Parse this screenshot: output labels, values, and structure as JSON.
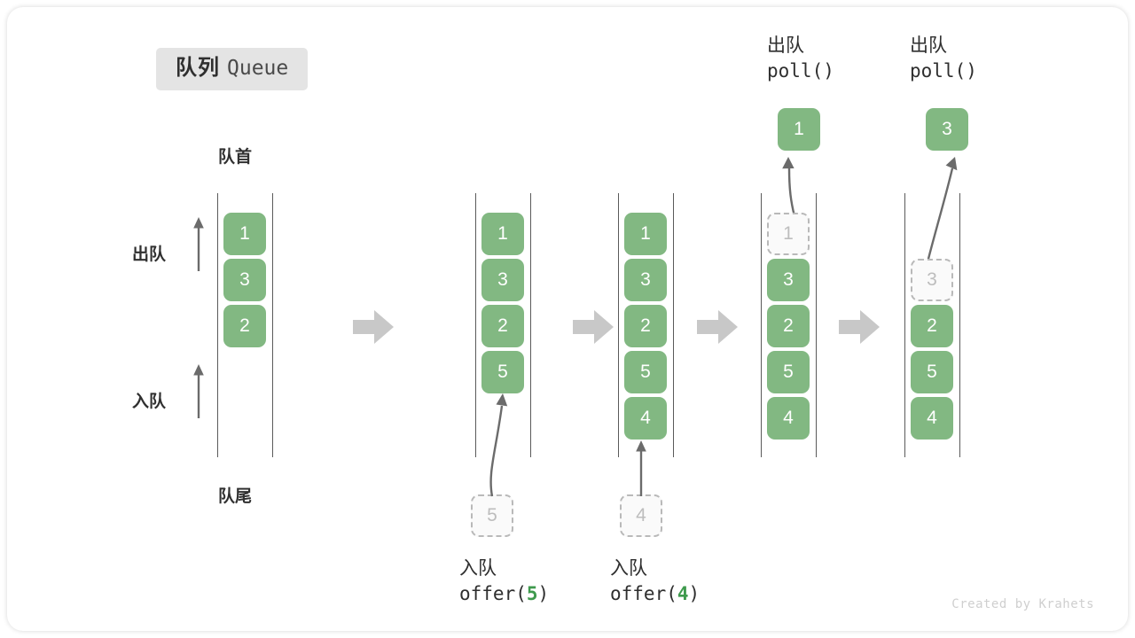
{
  "title": {
    "cn": "队列",
    "en": "Queue"
  },
  "labels": {
    "head": "队首",
    "tail": "队尾",
    "dequeue_side": "出队",
    "enqueue_side": "入队"
  },
  "operations": [
    {
      "cn": "入队",
      "code_prefix": "offer(",
      "arg": "5",
      "code_suffix": ")"
    },
    {
      "cn": "入队",
      "code_prefix": "offer(",
      "arg": "4",
      "code_suffix": ")"
    },
    {
      "cn": "出队",
      "code_prefix": "poll(",
      "arg": "",
      "code_suffix": ")"
    },
    {
      "cn": "出队",
      "code_prefix": "poll(",
      "arg": "",
      "code_suffix": ")"
    }
  ],
  "stages": [
    {
      "name": "initial",
      "items": [
        "1",
        "3",
        "2"
      ],
      "pending": null,
      "removed": null
    },
    {
      "name": "after-offer-5",
      "items": [
        "1",
        "3",
        "2",
        "5"
      ],
      "pending": "5",
      "removed": null
    },
    {
      "name": "after-offer-4",
      "items": [
        "1",
        "3",
        "2",
        "5",
        "4"
      ],
      "pending": "4",
      "removed": null
    },
    {
      "name": "after-poll-1",
      "items": [
        "3",
        "2",
        "5",
        "4"
      ],
      "pending": null,
      "removed": "1",
      "popped": "1"
    },
    {
      "name": "after-poll-3",
      "items": [
        "2",
        "5",
        "4"
      ],
      "pending": null,
      "removed": "3",
      "popped": "3"
    }
  ],
  "colors": {
    "element": "#82b882",
    "ghost_border": "#b9b9b9",
    "rail": "#5a5a5a",
    "arrow": "#6b6b6b",
    "block_arrow": "#c8c8c8",
    "accent_text": "#3f9a4d"
  },
  "watermark": "Created by Krahets"
}
